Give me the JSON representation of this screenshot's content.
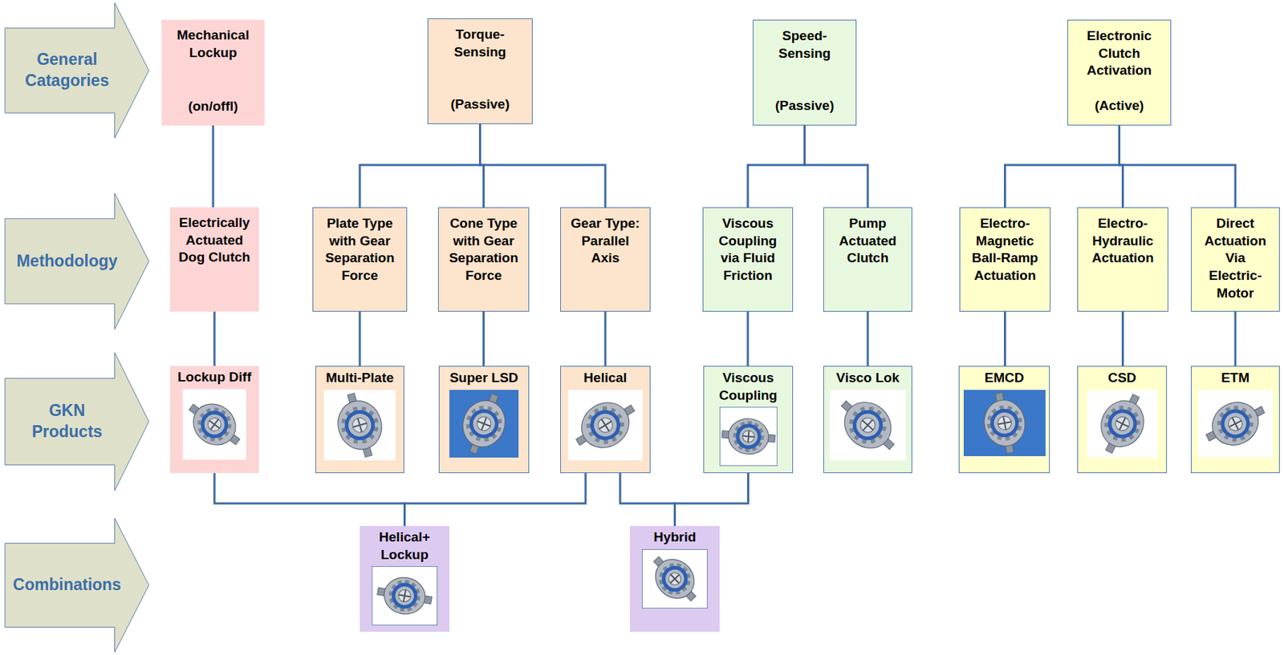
{
  "diagram": {
    "nodes": [
      {
        "text": [
          "General Catagories"
        ]
      },
      {
        "text": [
          "Mechanical Lockup",
          "(on/offl)"
        ]
      },
      {
        "text": [
          "Torque- Sensing",
          "(Passive)"
        ]
      },
      {
        "text": [
          "Speed- Sensing",
          "(Passive)"
        ]
      },
      {
        "text": [
          "Electronic Clutch Activation",
          "(Active)"
        ]
      },
      {
        "text": [
          "Methodology"
        ]
      },
      {
        "text": [
          "Electrically Actuated Dog Clutch"
        ]
      },
      {
        "text": [
          "Plate Type with Gear Separation Force"
        ]
      },
      {
        "text": [
          "Cone Type with Gear Separation Force"
        ]
      },
      {
        "text": [
          "Gear Type: Parallel Axis"
        ]
      },
      {
        "text": [
          "Viscous Coupling via Fluid Friction"
        ]
      },
      {
        "text": [
          "Pump Actuated Clutch"
        ]
      },
      {
        "text": [
          "Electro- Magnetic Ball-Ramp Actuation"
        ]
      },
      {
        "text": [
          "Electro- Hydraulic Actuation"
        ]
      },
      {
        "text": [
          "Direct Actuation Via Electric- Motor"
        ]
      },
      {
        "text": [
          "GKN Products"
        ]
      },
      {
        "text": [
          "Lockup Diff"
        ]
      },
      {
        "text": [
          "Multi-Plate"
        ]
      },
      {
        "text": [
          "Super LSD"
        ]
      },
      {
        "text": [
          "Helical"
        ]
      },
      {
        "text": [
          "Viscous Coupling"
        ]
      },
      {
        "text": [
          "Visco Lok"
        ]
      },
      {
        "text": [
          "EMCD"
        ]
      },
      {
        "text": [
          "CSD"
        ]
      },
      {
        "text": [
          "ETM"
        ]
      },
      {
        "text": [
          "Combinations"
        ]
      },
      {
        "text": [
          "Helical+ Lockup"
        ]
      },
      {
        "text": [
          "Hybrid"
        ]
      }
    ],
    "edges": [
      {
        "from": 1,
        "to": 6,
        "arrow": "none"
      },
      {
        "from": 2,
        "to": 7,
        "arrow": "none"
      },
      {
        "from": 2,
        "to": 8,
        "arrow": "none"
      },
      {
        "from": 2,
        "to": 9,
        "arrow": "none"
      },
      {
        "from": 3,
        "to": 10,
        "arrow": "none"
      },
      {
        "from": 3,
        "to": 11,
        "arrow": "none"
      },
      {
        "from": 4,
        "to": 12,
        "arrow": "none"
      },
      {
        "from": 4,
        "to": 13,
        "arrow": "none"
      },
      {
        "from": 4,
        "to": 14,
        "arrow": "none"
      },
      {
        "from": 6,
        "to": 16,
        "arrow": "none"
      },
      {
        "from": 7,
        "to": 17,
        "arrow": "none"
      },
      {
        "from": 8,
        "to": 18,
        "arrow": "none"
      },
      {
        "from": 9,
        "to": 19,
        "arrow": "none"
      },
      {
        "from": 10,
        "to": 20,
        "arrow": "none"
      },
      {
        "from": 11,
        "to": 21,
        "arrow": "none"
      },
      {
        "from": 12,
        "to": 22,
        "arrow": "none"
      },
      {
        "from": 13,
        "to": 23,
        "arrow": "none"
      },
      {
        "from": 14,
        "to": 24,
        "arrow": "none"
      },
      {
        "from": 16,
        "to": 26,
        "arrow": "none"
      },
      {
        "from": 19,
        "to": 26,
        "arrow": "none"
      },
      {
        "from": 19,
        "to": 27,
        "arrow": "none"
      },
      {
        "from": 20,
        "to": 27,
        "arrow": "none"
      }
    ]
  }
}
